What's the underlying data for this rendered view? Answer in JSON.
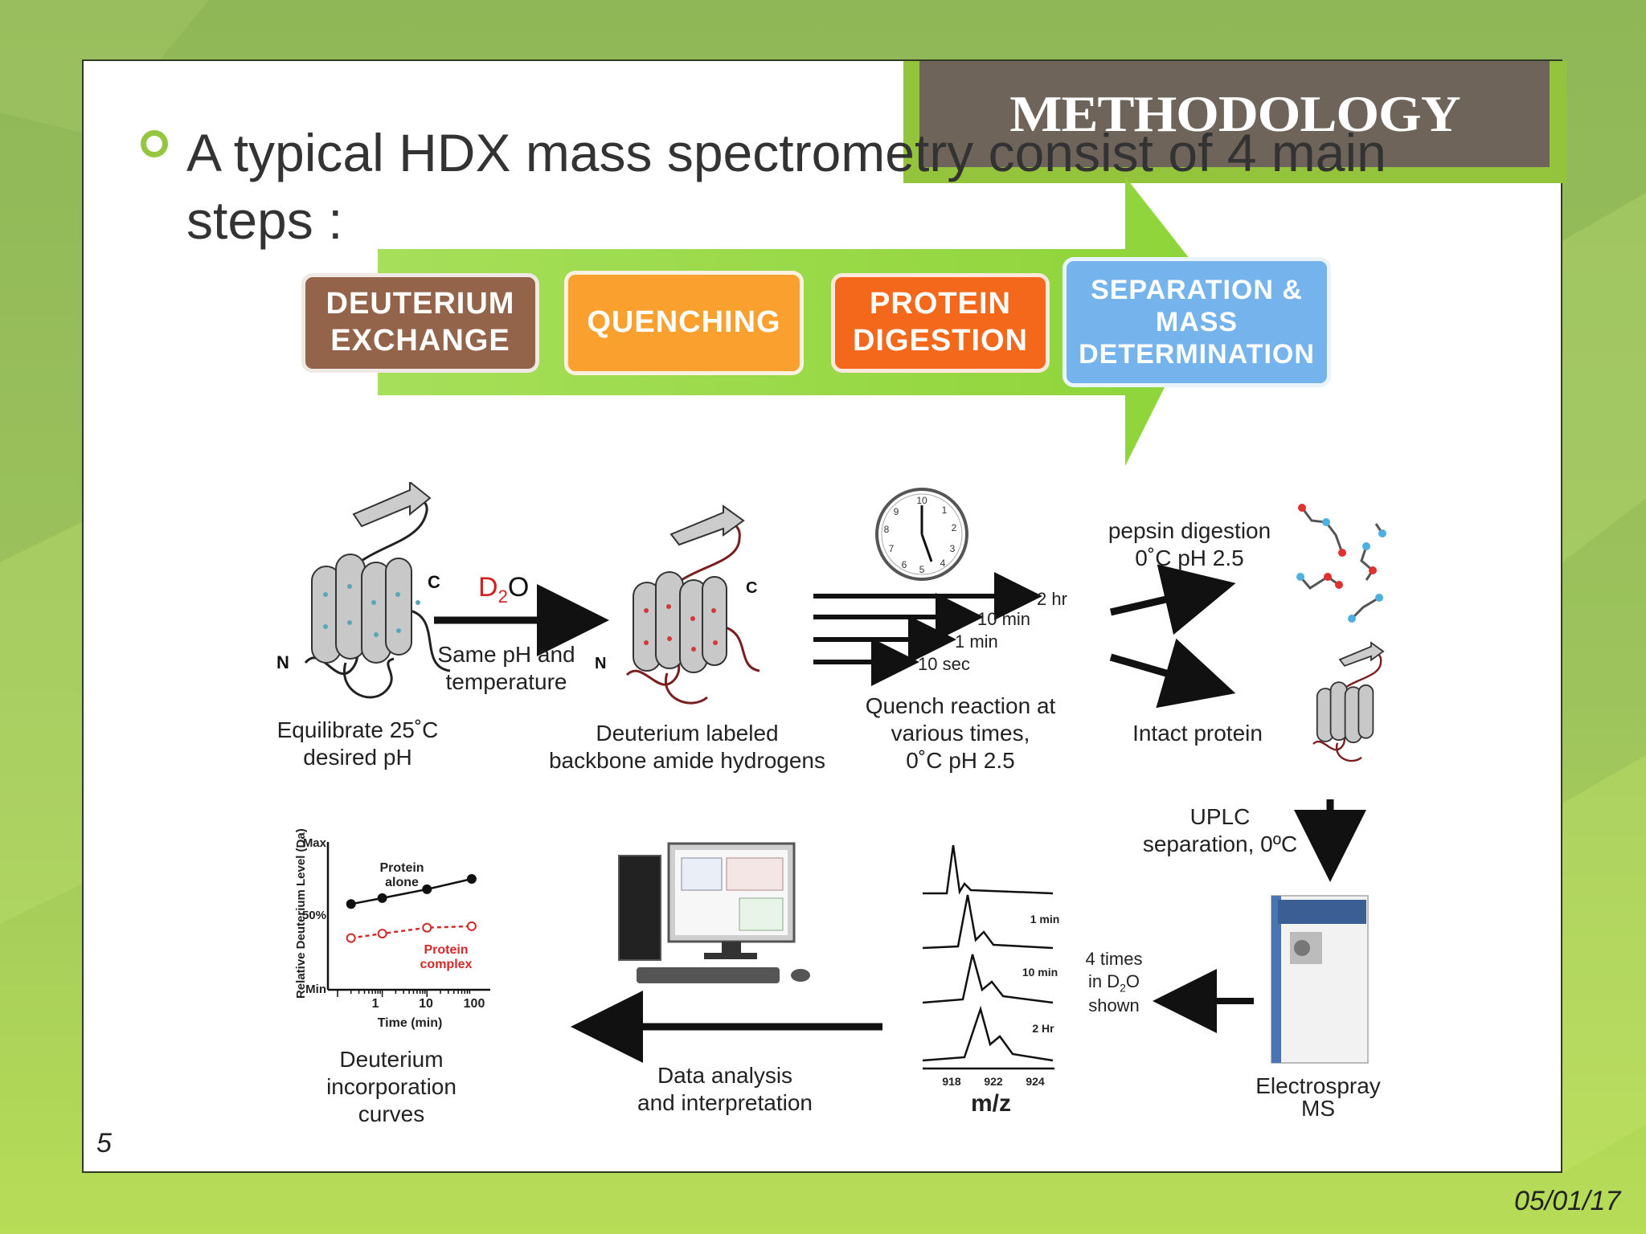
{
  "slide": {
    "title": "METHODOLOGY",
    "bullet_text": "A typical HDX mass spectrometry consist of 4 main steps :",
    "page_number": "5",
    "date": "05/01/17"
  },
  "steps": [
    {
      "label": "DEUTERIUM\nEXCHANGE",
      "color": "#94644a"
    },
    {
      "label": "QUENCHING",
      "color": "#f9a02e"
    },
    {
      "label": "PROTEIN\nDIGESTION",
      "color": "#f3681b"
    },
    {
      "label": "SEPARATION &\nMASS\nDETERMINATION",
      "color": "#74b3ec"
    }
  ],
  "figure": {
    "equilibrate": "Equilibrate 25˚C\ndesired pH",
    "n_label": "N",
    "c_label": "C",
    "d2o_d": "D",
    "d2o_sub": "2",
    "d2o_o": "O",
    "same_ph": "Same pH and\ntemperature",
    "labeled": "Deuterium labeled\nbackbone amide hydrogens",
    "times": [
      "2 hr",
      "10 min",
      "1 min",
      "10 sec"
    ],
    "quench": "Quench reaction at\nvarious times,\n0˚C pH 2.5",
    "pepsin": "pepsin digestion\n0˚C pH 2.5",
    "intact": "Intact protein",
    "uplc": "UPLC\nseparation, 0ºC",
    "electrospray": "Electrospray\nMS",
    "times_in": "4 times\nin D",
    "times_in_sub": "2",
    "times_in_o": "O",
    "shown": "shown",
    "spectra_labels": [
      "1 min",
      "10 min",
      "2 Hr"
    ],
    "mz_ticks": [
      "918",
      "922",
      "924"
    ],
    "mz_label": "m/z",
    "data_analysis": "Data analysis\nand interpretation",
    "curves_label": "Deuterium\nincorporation\ncurves"
  },
  "chart_data": {
    "type": "line",
    "ylabel": "Relative Deuterium Level (Da)",
    "xlabel": "Time (min)",
    "y_ticks": [
      "Max",
      "50%",
      "Min"
    ],
    "x_ticks": [
      "1",
      "10",
      "100"
    ],
    "series": [
      {
        "name": "Protein alone",
        "color": "#111111",
        "x": [
          0.2,
          1,
          10,
          100
        ],
        "y": [
          0.58,
          0.62,
          0.68,
          0.75
        ]
      },
      {
        "name": "Protein complex",
        "color": "#d02a2a",
        "x": [
          0.2,
          1,
          10,
          100
        ],
        "y": [
          0.35,
          0.38,
          0.42,
          0.43
        ]
      }
    ],
    "series_label_alone": "Protein\nalone",
    "series_label_complex": "Protein\ncomplex"
  }
}
